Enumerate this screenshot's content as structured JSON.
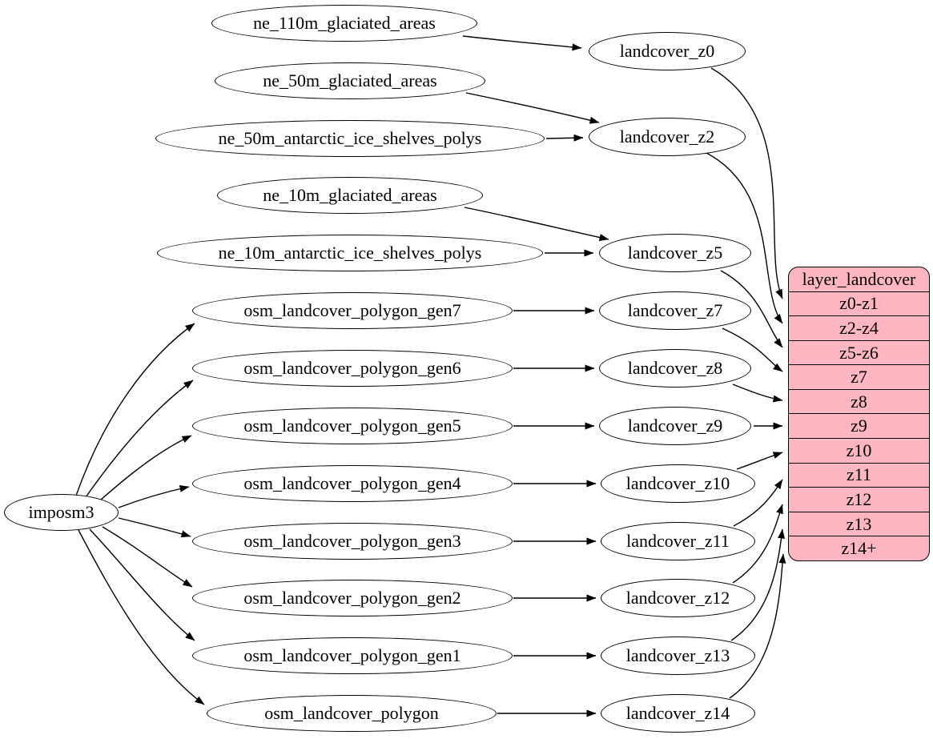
{
  "diagram": {
    "type": "graphviz-dependency-graph",
    "description": "landcover layer source tables feeding zoom-level views into layer_landcover"
  },
  "colors": {
    "background": "#ffffff",
    "table_fill": "#ffb6c1",
    "node_stroke": "#000000",
    "edge": "#000000",
    "text": "#000000"
  },
  "nodes": {
    "imposm3": "imposm3",
    "ne_110m_glaciated_areas": "ne_110m_glaciated_areas",
    "ne_50m_glaciated_areas": "ne_50m_glaciated_areas",
    "ne_50m_antarctic_ice_shelves_polys": "ne_50m_antarctic_ice_shelves_polys",
    "ne_10m_glaciated_areas": "ne_10m_glaciated_areas",
    "ne_10m_antarctic_ice_shelves_polys": "ne_10m_antarctic_ice_shelves_polys",
    "osm_landcover_polygon_gen7": "osm_landcover_polygon_gen7",
    "osm_landcover_polygon_gen6": "osm_landcover_polygon_gen6",
    "osm_landcover_polygon_gen5": "osm_landcover_polygon_gen5",
    "osm_landcover_polygon_gen4": "osm_landcover_polygon_gen4",
    "osm_landcover_polygon_gen3": "osm_landcover_polygon_gen3",
    "osm_landcover_polygon_gen2": "osm_landcover_polygon_gen2",
    "osm_landcover_polygon_gen1": "osm_landcover_polygon_gen1",
    "osm_landcover_polygon": "osm_landcover_polygon",
    "landcover_z0": "landcover_z0",
    "landcover_z2": "landcover_z2",
    "landcover_z5": "landcover_z5",
    "landcover_z7": "landcover_z7",
    "landcover_z8": "landcover_z8",
    "landcover_z9": "landcover_z9",
    "landcover_z10": "landcover_z10",
    "landcover_z11": "landcover_z11",
    "landcover_z12": "landcover_z12",
    "landcover_z13": "landcover_z13",
    "landcover_z14": "landcover_z14"
  },
  "table": {
    "title": "layer_landcover",
    "rows": [
      "z0-z1",
      "z2-z4",
      "z5-z6",
      "z7",
      "z8",
      "z9",
      "z10",
      "z11",
      "z12",
      "z13",
      "z14+"
    ]
  },
  "edges": [
    {
      "from": "imposm3",
      "to": "osm_landcover_polygon_gen7"
    },
    {
      "from": "imposm3",
      "to": "osm_landcover_polygon_gen6"
    },
    {
      "from": "imposm3",
      "to": "osm_landcover_polygon_gen5"
    },
    {
      "from": "imposm3",
      "to": "osm_landcover_polygon_gen4"
    },
    {
      "from": "imposm3",
      "to": "osm_landcover_polygon_gen3"
    },
    {
      "from": "imposm3",
      "to": "osm_landcover_polygon_gen2"
    },
    {
      "from": "imposm3",
      "to": "osm_landcover_polygon_gen1"
    },
    {
      "from": "imposm3",
      "to": "osm_landcover_polygon"
    },
    {
      "from": "ne_110m_glaciated_areas",
      "to": "landcover_z0"
    },
    {
      "from": "ne_50m_glaciated_areas",
      "to": "landcover_z2"
    },
    {
      "from": "ne_50m_antarctic_ice_shelves_polys",
      "to": "landcover_z2"
    },
    {
      "from": "ne_10m_glaciated_areas",
      "to": "landcover_z5"
    },
    {
      "from": "ne_10m_antarctic_ice_shelves_polys",
      "to": "landcover_z5"
    },
    {
      "from": "osm_landcover_polygon_gen7",
      "to": "landcover_z7"
    },
    {
      "from": "osm_landcover_polygon_gen6",
      "to": "landcover_z8"
    },
    {
      "from": "osm_landcover_polygon_gen5",
      "to": "landcover_z9"
    },
    {
      "from": "osm_landcover_polygon_gen4",
      "to": "landcover_z10"
    },
    {
      "from": "osm_landcover_polygon_gen3",
      "to": "landcover_z11"
    },
    {
      "from": "osm_landcover_polygon_gen2",
      "to": "landcover_z12"
    },
    {
      "from": "osm_landcover_polygon_gen1",
      "to": "landcover_z13"
    },
    {
      "from": "osm_landcover_polygon",
      "to": "landcover_z14"
    },
    {
      "from": "landcover_z0",
      "to": "layer_landcover:z0-z1"
    },
    {
      "from": "landcover_z2",
      "to": "layer_landcover:z2-z4"
    },
    {
      "from": "landcover_z5",
      "to": "layer_landcover:z5-z6"
    },
    {
      "from": "landcover_z7",
      "to": "layer_landcover:z7"
    },
    {
      "from": "landcover_z8",
      "to": "layer_landcover:z8"
    },
    {
      "from": "landcover_z9",
      "to": "layer_landcover:z9"
    },
    {
      "from": "landcover_z10",
      "to": "layer_landcover:z10"
    },
    {
      "from": "landcover_z11",
      "to": "layer_landcover:z11"
    },
    {
      "from": "landcover_z12",
      "to": "layer_landcover:z12"
    },
    {
      "from": "landcover_z13",
      "to": "layer_landcover:z13"
    },
    {
      "from": "landcover_z14",
      "to": "layer_landcover:z14+"
    }
  ]
}
